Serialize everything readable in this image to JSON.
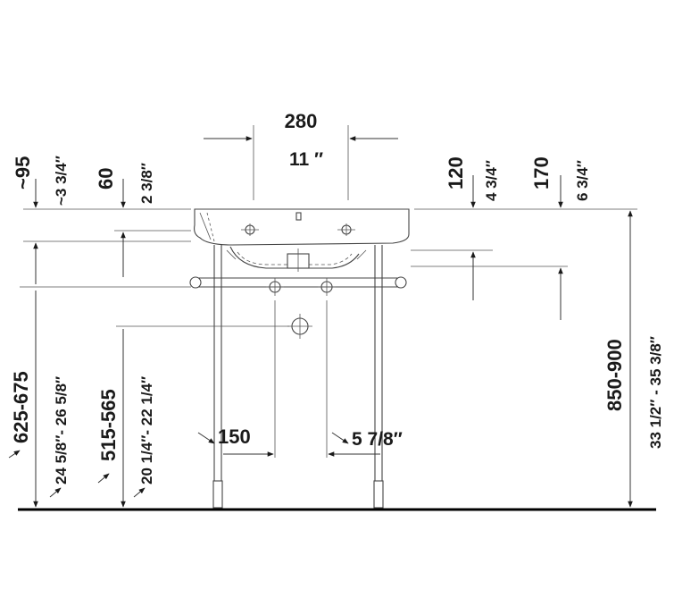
{
  "dimensions": {
    "top_width_mm": "280",
    "top_width_in": "11 ″",
    "left_top_mm": "~95",
    "left_top_in": "~3 3/4″",
    "left_second_mm": "60",
    "left_second_in": "2 3/8″",
    "right_first_mm": "120",
    "right_first_in": "4 3/4″",
    "right_second_mm": "170",
    "right_second_in": "6 3/4″",
    "height_left_mm": "625-675",
    "height_left_in": "24 5/8″- 26 5/8″",
    "height_mid_mm": "515-565",
    "height_mid_in": "20 1/4″- 22 1/4″",
    "total_height_mm": "850-900",
    "total_height_in": "33 1/2″ - 35 3/8″",
    "leg_spacing_mm": "150",
    "leg_spacing_in": "5 7/8″"
  },
  "colors": {
    "line": "#333333",
    "floor": "#000000",
    "background": "#ffffff"
  }
}
